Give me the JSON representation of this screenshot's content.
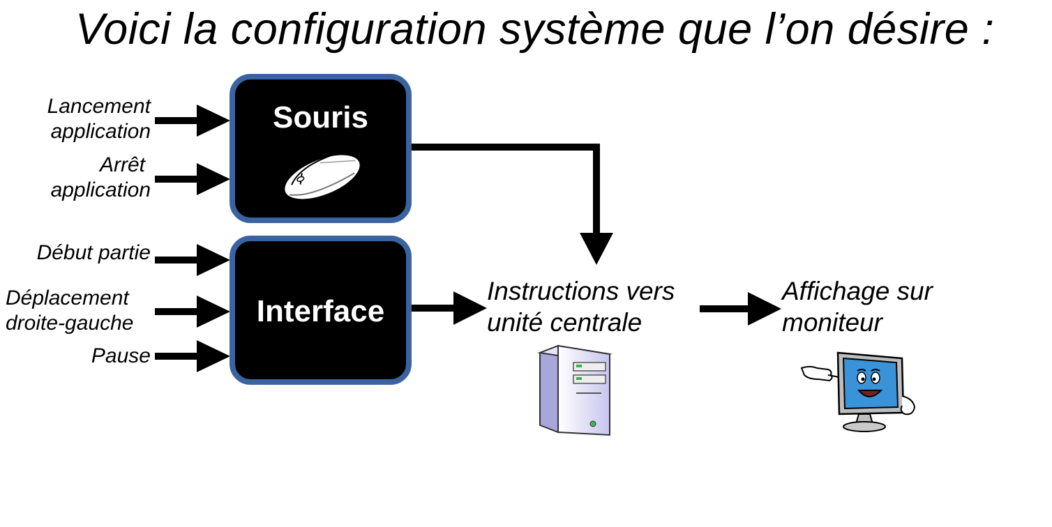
{
  "title": "Voici la configuration système que l’on désire :",
  "inputs": {
    "souris": [
      {
        "line1": "Lancement",
        "line2": "application"
      },
      {
        "line1": "Arrêt",
        "line2": "application"
      }
    ],
    "interface": [
      {
        "line1": "Début partie"
      },
      {
        "line1": "Déplacement",
        "line2": "droite-gauche"
      },
      {
        "line1": "Pause"
      }
    ]
  },
  "blocks": {
    "souris": {
      "label": "Souris",
      "icon": "mouse-icon"
    },
    "interface": {
      "label": "Interface"
    }
  },
  "outputs": {
    "instructions": {
      "line1": "Instructions vers",
      "line2": "unité centrale",
      "icon": "computer-tower-icon"
    },
    "affichage": {
      "line1": "Affichage sur",
      "line2": "moniteur",
      "icon": "monitor-mascot-icon"
    }
  },
  "colors": {
    "block_fill": "#000000",
    "block_border": "#3a63a0",
    "arrow": "#000000"
  }
}
